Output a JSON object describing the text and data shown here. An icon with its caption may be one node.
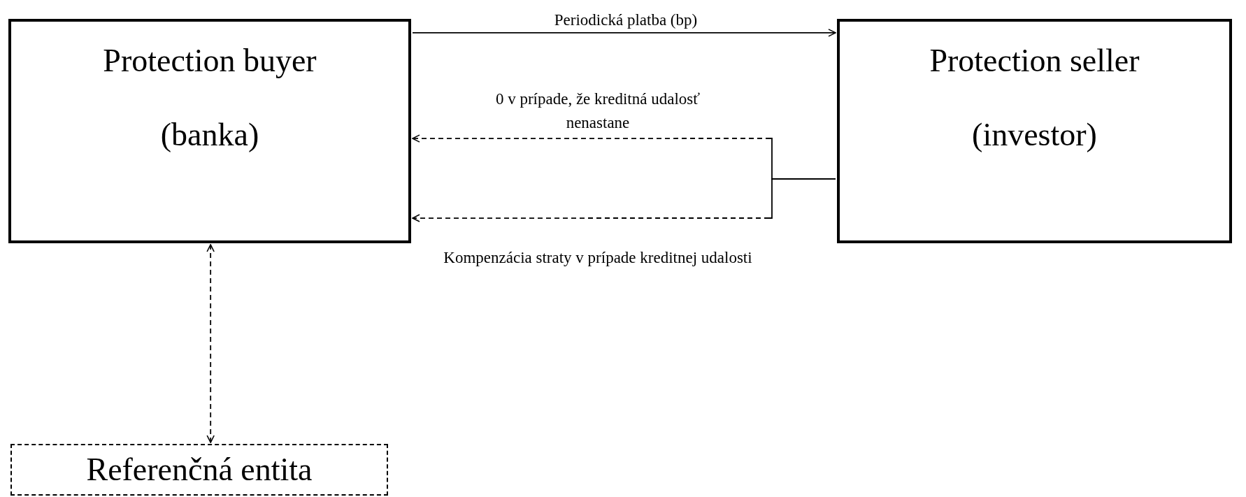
{
  "diagram": {
    "nodes": [
      {
        "text": [
          "Protection buyer",
          "(banka)"
        ]
      },
      {
        "text": [
          "Protection seller",
          "(investor)"
        ]
      },
      {
        "text": [
          "Referenčná entita"
        ]
      }
    ],
    "edges": [
      {
        "from": 0,
        "to": 1,
        "arrow": "to",
        "label": "Periodická platba (bp)"
      },
      {
        "from": 1,
        "to": 0,
        "arrow": "to",
        "style": "dashed",
        "label": "0 v prípade, že kreditná udalosť nenastane"
      },
      {
        "from": 1,
        "to": 0,
        "arrow": "to",
        "style": "dashed",
        "label": "Kompenzácia straty v prípade kreditnej udalosti"
      },
      {
        "from": 0,
        "to": 2,
        "arrow": "both",
        "style": "dashed"
      }
    ]
  }
}
